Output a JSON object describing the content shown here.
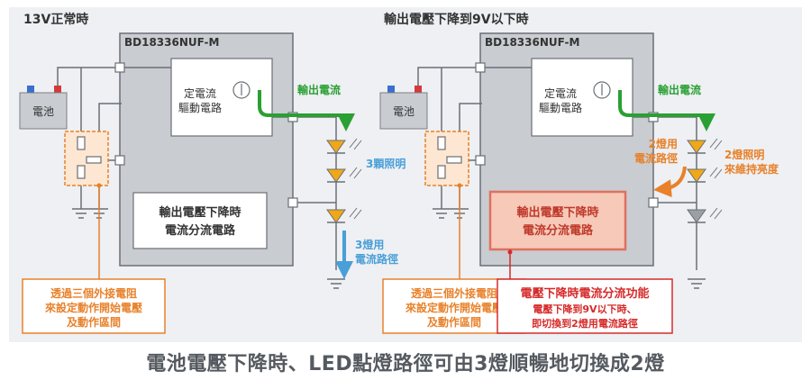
{
  "caption": "電池電壓下降時、LED點燈路徑可由3燈順暢地切換成2燈",
  "left": {
    "title": "13V正常時",
    "ic_label": "BD18336NUF-M",
    "battery": "電池",
    "cc_line1": "定電流",
    "cc_line2": "驅動電路",
    "shunt_line1": "輸出電壓下降時",
    "shunt_line2": "電流分流電路",
    "output_current": "輸出電流",
    "three_led": "3顆照明",
    "path_line1": "3燈用",
    "path_line2": "電流路徑",
    "note_line1": "透過三個外接電阻",
    "note_line2": "來設定動作開始電壓",
    "note_line3": "及動作區間"
  },
  "right": {
    "title": "輸出電壓下降到9V以下時",
    "ic_label": "BD18336NUF-M",
    "battery": "電池",
    "cc_line1": "定電流",
    "cc_line2": "驅動電路",
    "shunt_line1": "輸出電壓下降時",
    "shunt_line2": "電流分流電路",
    "output_current": "輸出電流",
    "path_line1": "2燈用",
    "path_line2": "電流路徑",
    "two_led_line1": "2燈照明",
    "two_led_line2": "來維持亮度",
    "note_line1": "透過三個外接電阻",
    "note_line2": "來設定動作開始電壓",
    "note_line3": "及動作區間",
    "func_title": "電壓下降時電流分流功能",
    "func_line1": "電壓下降到9V以下時、",
    "func_line2": "即切換到2燈用電流路徑"
  },
  "colors": {
    "green": "#2aa033",
    "orange": "#e8812a",
    "blue": "#4a9fd8",
    "red": "#d62a2a",
    "led_on": "#f0a818",
    "led_off": "#9aa0a6"
  }
}
